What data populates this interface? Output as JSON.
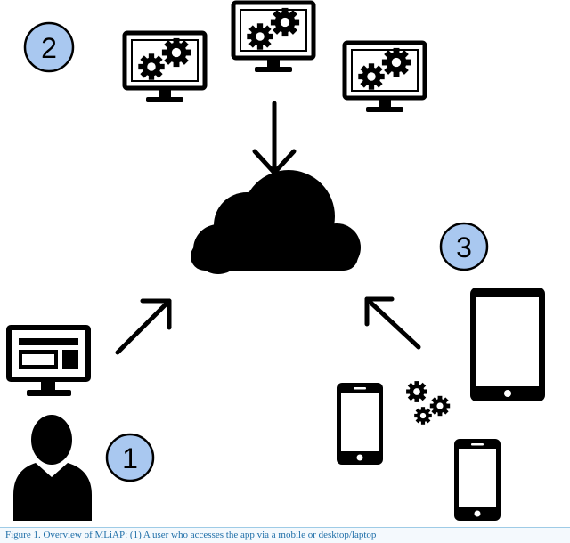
{
  "badges": {
    "one": "1",
    "two": "2",
    "three": "3"
  },
  "caption": "Figure 1. Overview of MLiAP: (1) A user who accesses the app via a mobile or desktop/laptop",
  "colors": {
    "badge_fill": "#a9c8f0",
    "ink": "#000000",
    "caption_text": "#1e6ea8",
    "caption_rule": "#9ecbe6"
  },
  "icons": [
    "cloud-icon",
    "server-monitor-icon",
    "desktop-icon",
    "user-icon",
    "tablet-icon",
    "smartphone-icon",
    "gears-icon",
    "arrow-icon"
  ]
}
